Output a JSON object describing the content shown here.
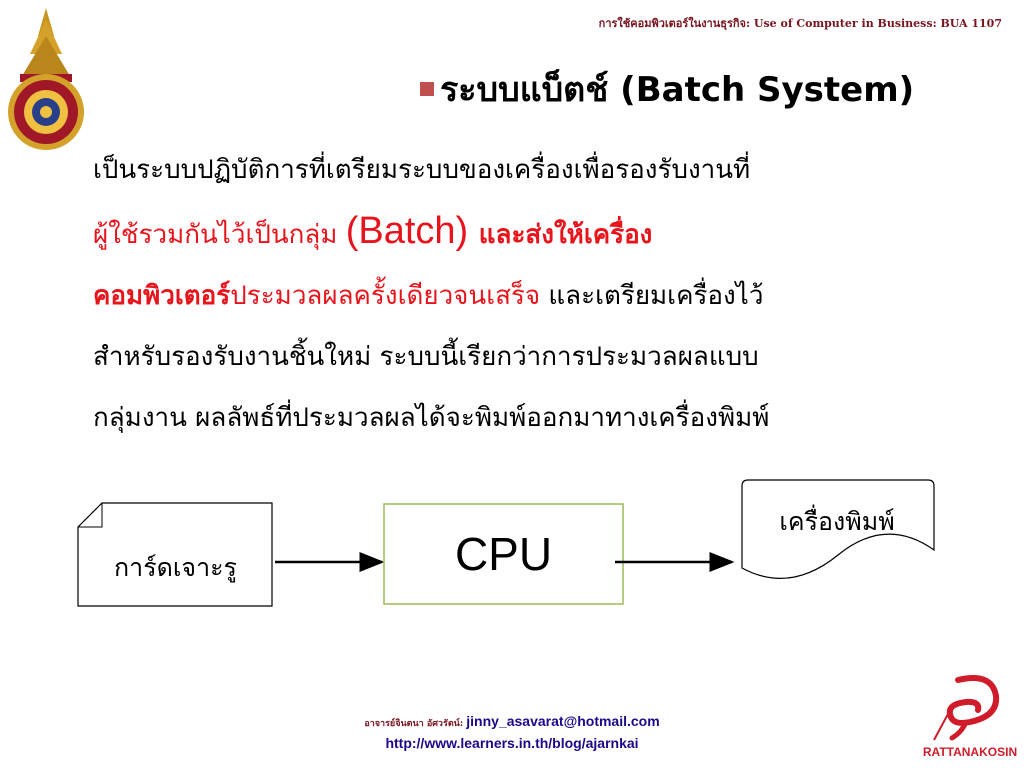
{
  "header_note": "การใช้คอมพิวเตอร์ในงานธุรกิจ: Use of Computer in Business: BUA 1107",
  "title": "ระบบแบ็ตช์ (Batch System)",
  "body": {
    "line1": "เป็นระบบปฏิบัติการที่เตรียมระบบของเครื่องเพื่อรองรับงานที่",
    "line2_red": "ผู้ใช้รวมกันไว้เป็นกลุ่ม ",
    "line2_batch": "(Batch) ",
    "line2_bold": "และส่งให้เครื่อง",
    "line3_bold": "คอมพิวเตอร์",
    "line3_red": "ประมวลผลครั้งเดียวจนเสร็จ",
    "line3_rest": " และเตรียมเครื่องไว้",
    "line4": "สำหรับรองรับงานชิ้นใหม่ ระบบนี้เรียกว่าการประมวลผลแบบ",
    "line5": "กลุ่มงาน ผลลัพธ์ที่ประมวลผลได้จะพิมพ์ออกมาทางเครื่องพิมพ์"
  },
  "diagram": {
    "card": "การ์ดเจาะรู",
    "cpu": "CPU",
    "printer": "เครื่องพิมพ์"
  },
  "footer": {
    "instructor": "อาจารย์จินตนา อัศวรัตน์: ",
    "email": "jinny_asavarat@hotmail.com",
    "url": "http://www.learners.in.th/blog/ajarnkai"
  },
  "colors": {
    "red": "#e8141c",
    "maroon": "#7a1420",
    "link": "#1a0a8a",
    "cpu_border": "#9bbb59"
  },
  "logos": {
    "left": "university-emblem",
    "right": "rattanakosin-logo"
  }
}
